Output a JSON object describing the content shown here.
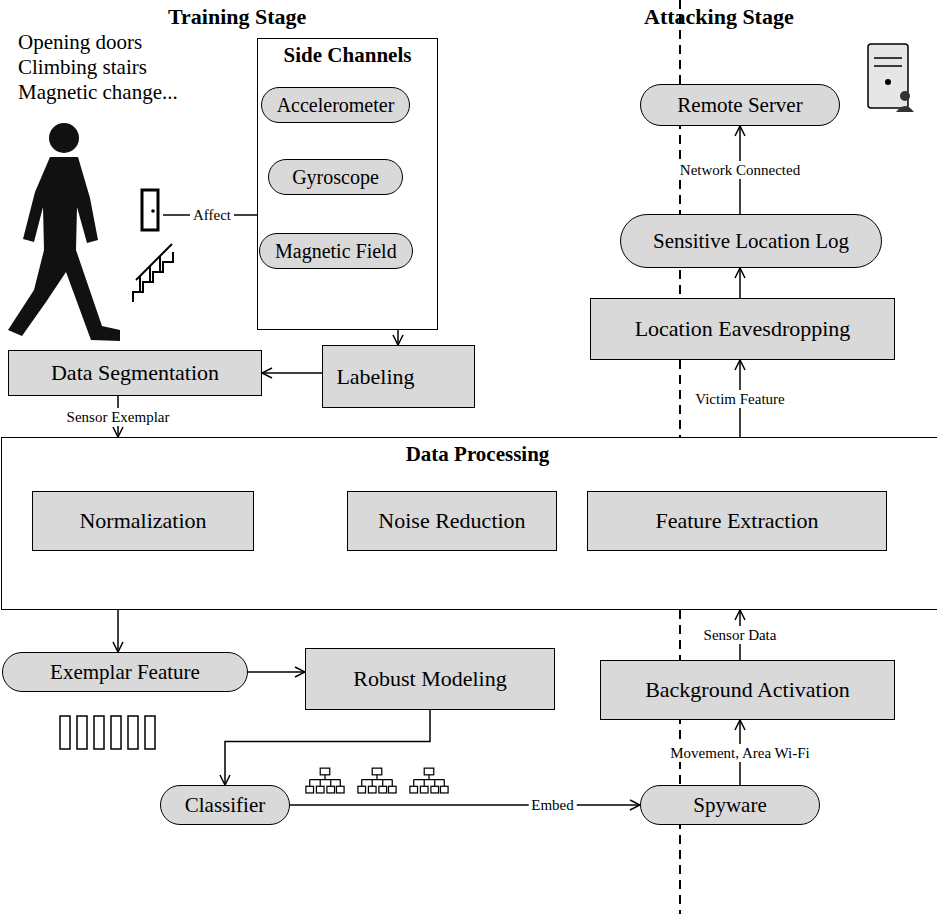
{
  "diagram": {
    "nodes": [
      {
        "text": [
          "Side Channels"
        ]
      },
      {
        "text": [
          "Accelerometer"
        ],
        "in": 0
      },
      {
        "text": [
          "Gyroscope"
        ],
        "in": 0
      },
      {
        "text": [
          "Magnetic Field"
        ],
        "in": 0
      },
      {
        "text": [
          "Remote Server"
        ]
      },
      {
        "text": [
          "Sensitive Location Log"
        ]
      },
      {
        "text": [
          "Labeling"
        ]
      },
      {
        "text": [
          "Data Segmentation"
        ]
      },
      {
        "text": [
          "Location Eavesdropping"
        ]
      },
      {
        "text": [
          "Data Processing"
        ]
      },
      {
        "text": [
          "Normalization"
        ],
        "in": 9
      },
      {
        "text": [
          "Noise Reduction"
        ],
        "in": 9
      },
      {
        "text": [
          "Feature Extraction"
        ],
        "in": 9
      },
      {
        "text": [
          "Exemplar Feature"
        ]
      },
      {
        "text": [
          "Robust Modeling"
        ]
      },
      {
        "text": [
          "Background Activation"
        ]
      },
      {
        "text": [
          "Classifier"
        ]
      },
      {
        "text": [
          "Spyware"
        ]
      }
    ],
    "edges": [
      {
        "from": 0,
        "to": 6,
        "arrow": "to"
      },
      {
        "from": 6,
        "to": 7,
        "arrow": "to"
      },
      {
        "from": 7,
        "to": 9,
        "label": "Sensor Exemplar",
        "arrow": "to"
      },
      {
        "from": 9,
        "to": 13,
        "arrow": "to"
      },
      {
        "from": 13,
        "to": 14,
        "arrow": "to"
      },
      {
        "from": 14,
        "to": 16,
        "arrow": "to"
      },
      {
        "from": 16,
        "to": 17,
        "label": "Embed",
        "arrow": "to"
      },
      {
        "from": 17,
        "to": 15,
        "label": "Movement, Area Wi-Fi",
        "arrow": "to"
      },
      {
        "from": 15,
        "to": 9,
        "label": "Sensor Data",
        "arrow": "to"
      },
      {
        "from": 9,
        "to": 8,
        "label": "Victim Feature",
        "arrow": "to"
      },
      {
        "from": 8,
        "to": 5,
        "arrow": "to"
      },
      {
        "from": 5,
        "to": 4,
        "label": "Network Connected",
        "arrow": "to"
      },
      {
        "from": 2,
        "to": 3,
        "arrow": "none"
      }
    ],
    "labels": [
      "Training Stage",
      "Attacking Stage",
      "Opening doors",
      "Climbing stairs",
      "Magnetic change...",
      "Affect"
    ]
  }
}
